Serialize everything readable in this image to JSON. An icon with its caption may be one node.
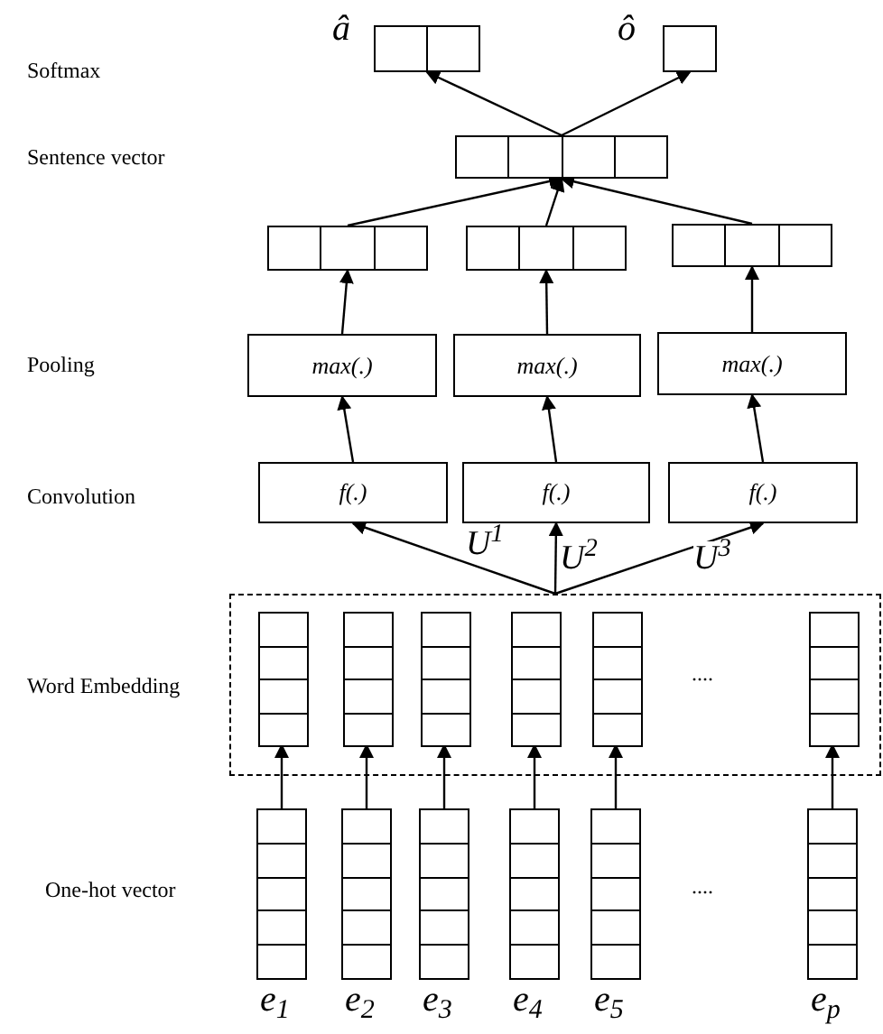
{
  "diagram": {
    "nodes": [
      {
        "text": [],
        "shape": "box",
        "beside": [
          "â"
        ]
      },
      {
        "text": [],
        "shape": "box",
        "beside": [
          "ô"
        ]
      },
      {
        "text": [],
        "shape": "box"
      },
      {
        "text": [],
        "shape": "box"
      },
      {
        "text": [],
        "shape": "box"
      },
      {
        "text": [],
        "shape": "box"
      },
      {
        "text": [
          "max(.)"
        ]
      },
      {
        "text": [
          "max(.)"
        ]
      },
      {
        "text": [
          "max(.)"
        ]
      },
      {
        "text": [
          "f(.)"
        ]
      },
      {
        "text": [
          "f(.)"
        ]
      },
      {
        "text": [
          "f(.)"
        ]
      },
      {
        "text": [],
        "shape": "box"
      },
      {
        "text": [],
        "shape": "box",
        "in": 12
      },
      {
        "text": [],
        "shape": "box",
        "in": 12
      },
      {
        "text": [],
        "shape": "box",
        "in": 12
      },
      {
        "text": [],
        "shape": "box",
        "in": 12
      },
      {
        "text": [],
        "shape": "box",
        "in": 12
      },
      {
        "text": [],
        "shape": "box",
        "in": 12
      },
      {
        "text": [],
        "shape": "box",
        "beside": [
          "e$_{1}$"
        ]
      },
      {
        "text": [],
        "shape": "box",
        "beside": [
          "e$_{2}$"
        ]
      },
      {
        "text": [],
        "shape": "box",
        "beside": [
          "e$_{3}$"
        ]
      },
      {
        "text": [],
        "shape": "box",
        "beside": [
          "e$_{4}$"
        ]
      },
      {
        "text": [],
        "shape": "box",
        "beside": [
          "e$_{5}$"
        ]
      },
      {
        "text": [],
        "shape": "box",
        "beside": [
          "e$_{p}$"
        ]
      }
    ],
    "edges": [
      {
        "from": 2,
        "to": 0,
        "arrow": "to"
      },
      {
        "from": 2,
        "to": 1,
        "arrow": "to"
      },
      {
        "from": 3,
        "to": 2,
        "arrow": "to"
      },
      {
        "from": 4,
        "to": 2,
        "arrow": "to"
      },
      {
        "from": 5,
        "to": 2,
        "arrow": "to"
      },
      {
        "from": 6,
        "to": 3,
        "arrow": "to"
      },
      {
        "from": 7,
        "to": 4,
        "arrow": "to"
      },
      {
        "from": 8,
        "to": 5,
        "arrow": "to"
      },
      {
        "from": 9,
        "to": 6,
        "arrow": "to"
      },
      {
        "from": 10,
        "to": 7,
        "arrow": "to"
      },
      {
        "from": 11,
        "to": 8,
        "arrow": "to"
      },
      {
        "from": 12,
        "to": 9,
        "arrow": "to",
        "label": "U$^{1}$"
      },
      {
        "from": 12,
        "to": 10,
        "arrow": "to",
        "label": "U$^{2}$"
      },
      {
        "from": 12,
        "to": 11,
        "arrow": "to",
        "label": "U$^{3}$"
      },
      {
        "from": 19,
        "to": 13,
        "arrow": "to"
      },
      {
        "from": 20,
        "to": 14,
        "arrow": "to"
      },
      {
        "from": 21,
        "to": 15,
        "arrow": "to"
      },
      {
        "from": 22,
        "to": 16,
        "arrow": "to"
      },
      {
        "from": 23,
        "to": 17,
        "arrow": "to"
      },
      {
        "from": 24,
        "to": 18,
        "arrow": "to"
      }
    ],
    "labels": [
      "Softmax",
      "Sentence vector",
      "Pooling",
      "Convolution",
      "Word Embedding",
      "....",
      "One-hot vector",
      "...."
    ]
  }
}
